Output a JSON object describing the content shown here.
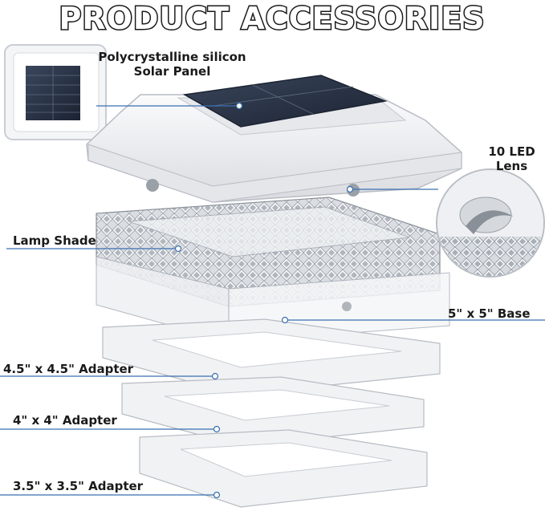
{
  "header": {
    "title": "PRODUCT ACCESSORIES"
  },
  "callouts": {
    "solar_panel_line1": "Polycrystalline silicon",
    "solar_panel_line2": "Solar Panel",
    "led_line1": "10 LED",
    "led_line2": "Lens",
    "lamp_shade": "Lamp Shade",
    "base": "5\" x 5\" Base",
    "adapter_45": "4.5\" x 4.5\" Adapter",
    "adapter_4": "4\" x 4\" Adapter",
    "adapter_35": "3.5\" x 3.5\" Adapter"
  },
  "colors": {
    "title_fill": "#ffffff",
    "title_stroke": "#1a1a1a",
    "callout_line": "#3a6fb0",
    "dot": "#ffffff",
    "housing": "#f2f3f5",
    "panel": "#2a3446"
  }
}
